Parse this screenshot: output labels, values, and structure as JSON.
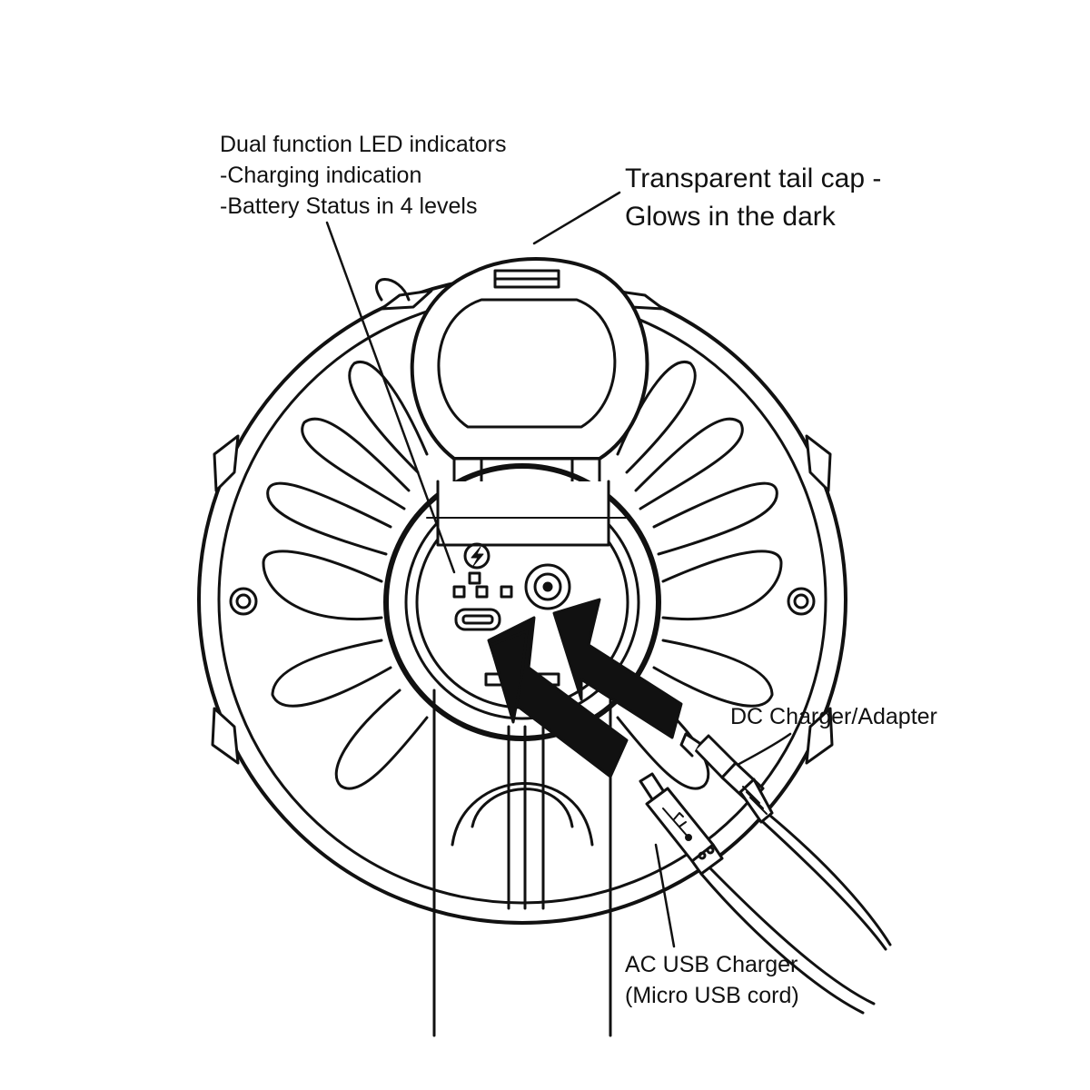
{
  "colors": {
    "ink": "#111111",
    "paper": "#ffffff"
  },
  "labels": {
    "led": {
      "title": "Dual function LED indicators",
      "line1": "-Charging indication",
      "line2": "-Battery Status in 4 levels"
    },
    "tail_cap": {
      "line1": "Transparent tail cap -",
      "line2": "Glows in the dark"
    },
    "dc": {
      "text": "DC  Charger/Adapter"
    },
    "usb": {
      "line1": "AC USB Charger",
      "line2": "(Micro USB cord)"
    }
  },
  "icons": [
    "lightning-icon",
    "usb-trident-icon"
  ],
  "led_indicator_count": 4
}
